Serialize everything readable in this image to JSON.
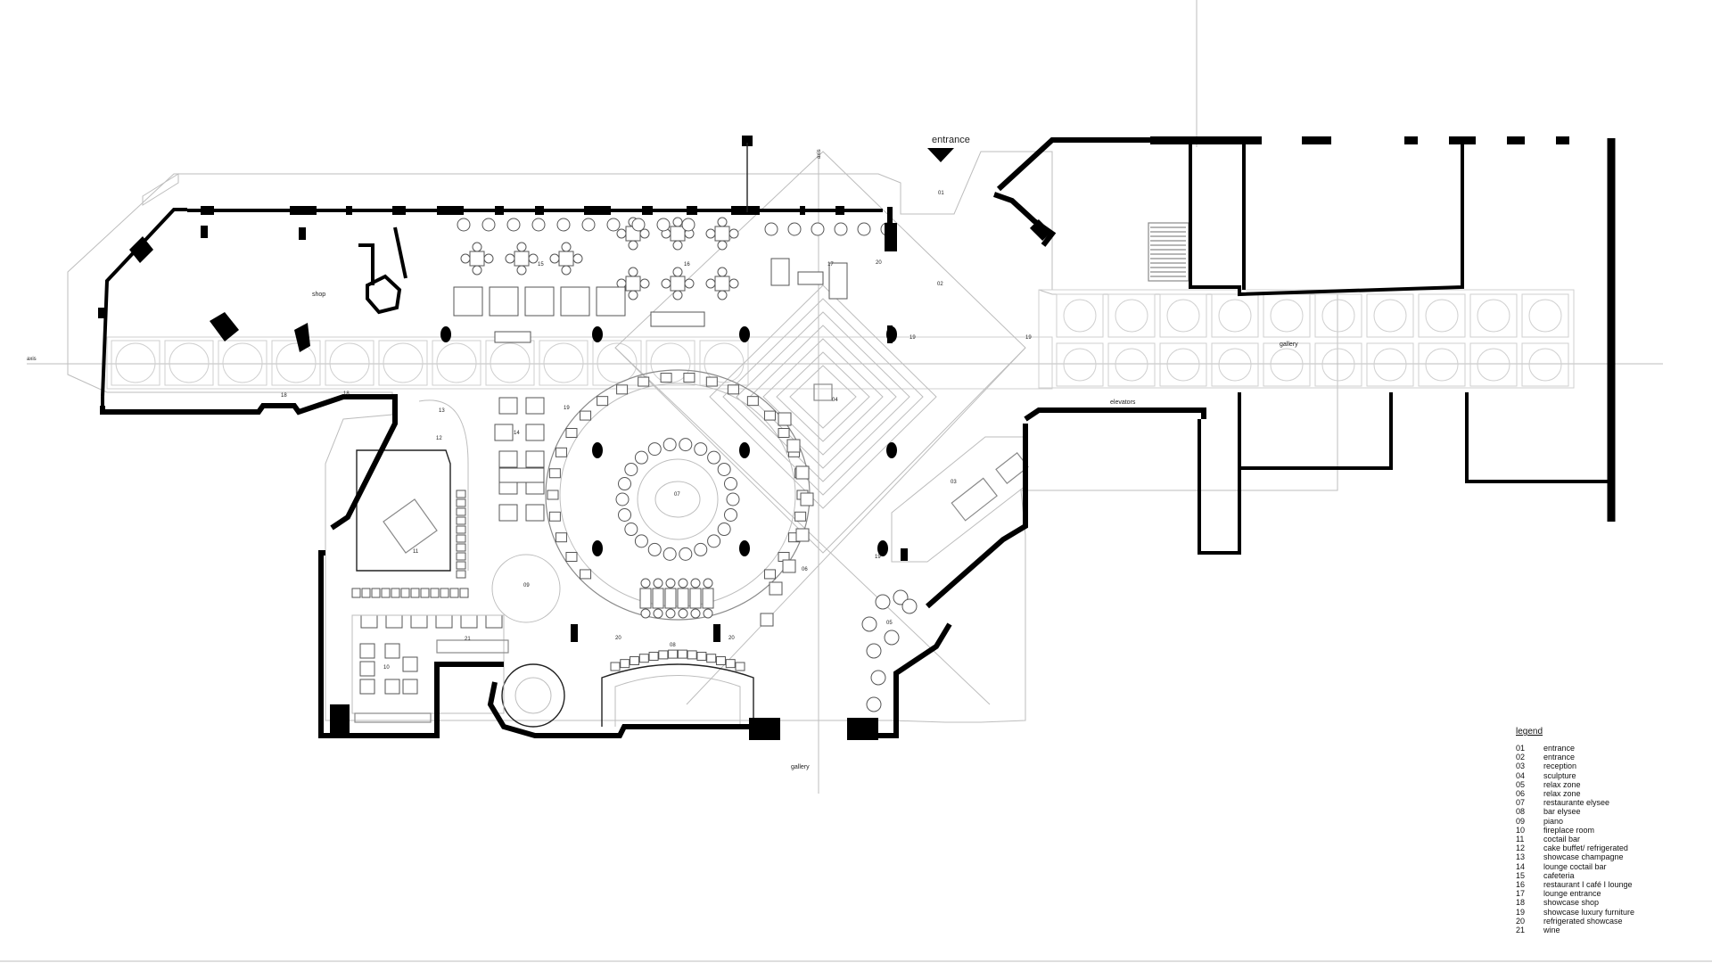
{
  "plan": {
    "entrance_label": "entrance",
    "axis_label_left": "axis",
    "axis_label_top": "axis",
    "room_labels": {
      "shop": "shop",
      "gallery_top": "gallery",
      "gallery_bottom": "gallery",
      "elevators": "elevators"
    },
    "zone_numbers": {
      "n01": "01",
      "n02": "02",
      "n03": "03",
      "n04": "04",
      "n05": "05",
      "n06": "06",
      "n07": "07",
      "n08": "08",
      "n09": "09",
      "n10": "10",
      "n11": "11",
      "n12": "12",
      "n13": "13",
      "n14": "14",
      "n15": "15",
      "n16": "16",
      "n17": "17",
      "n18a": "18",
      "n18b": "18",
      "n19a": "19",
      "n19b": "19",
      "n19c": "19",
      "n19d": "19",
      "n20a": "20",
      "n20b": "20",
      "n20c": "20",
      "n21": "21"
    }
  },
  "legend": {
    "title": "legend",
    "items": [
      {
        "num": "01",
        "label": "entrance"
      },
      {
        "num": "02",
        "label": "entrance"
      },
      {
        "num": "03",
        "label": "reception"
      },
      {
        "num": "04",
        "label": "sculpture"
      },
      {
        "num": "05",
        "label": "relax zone"
      },
      {
        "num": "06",
        "label": "relax zone"
      },
      {
        "num": "07",
        "label": "restaurante elysee"
      },
      {
        "num": "08",
        "label": "bar elysee"
      },
      {
        "num": "09",
        "label": "piano"
      },
      {
        "num": "10",
        "label": "fireplace room"
      },
      {
        "num": "11",
        "label": "coctail bar"
      },
      {
        "num": "12",
        "label": "cake buffet/ refrigerated"
      },
      {
        "num": "13",
        "label": "showcase champagne"
      },
      {
        "num": "14",
        "label": "lounge coctail bar"
      },
      {
        "num": "15",
        "label": "cafeteria"
      },
      {
        "num": "16",
        "label": "restaurant I café I lounge"
      },
      {
        "num": "17",
        "label": "lounge entrance"
      },
      {
        "num": "18",
        "label": "showcase shop"
      },
      {
        "num": "19",
        "label": "showcase luxury furniture"
      },
      {
        "num": "20",
        "label": "refrigerated showcase"
      },
      {
        "num": "21",
        "label": "wine"
      }
    ]
  }
}
